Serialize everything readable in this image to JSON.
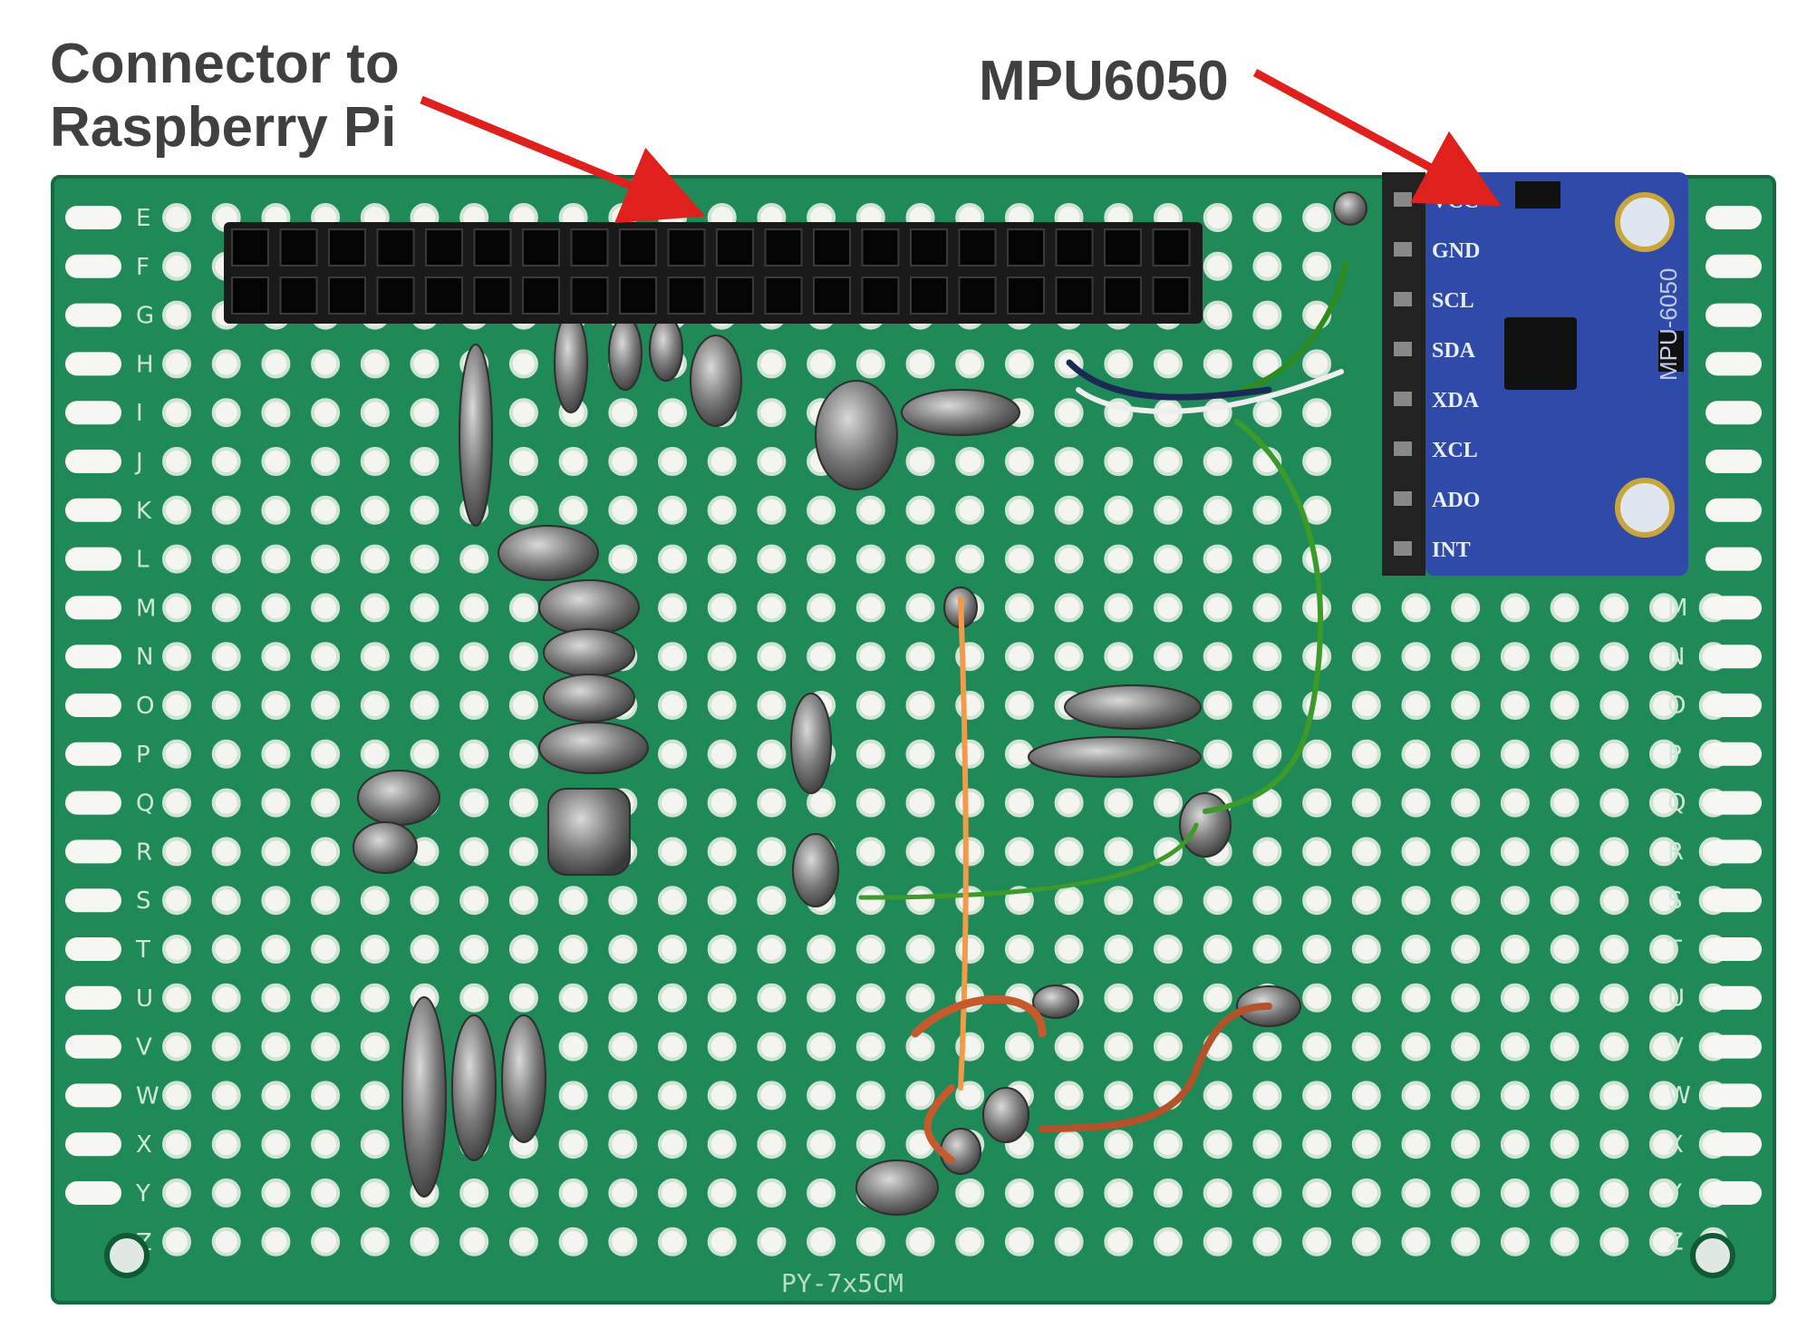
{
  "callouts": {
    "connector_line1": "Connector to",
    "connector_line2": "Raspberry Pi",
    "mpu": "MPU6050"
  },
  "board": {
    "silkscreen_bottom": "PY-7x5CM",
    "row_letters_left": [
      "E",
      "F",
      "G",
      "H",
      "I",
      "J",
      "K",
      "L",
      "M",
      "N",
      "O",
      "P",
      "Q",
      "R",
      "S",
      "T",
      "U",
      "V",
      "W",
      "X",
      "Y",
      "Z"
    ],
    "row_letters_right": [
      "M",
      "N",
      "O",
      "P",
      "Q",
      "R",
      "S",
      "T",
      "U",
      "V",
      "W",
      "X",
      "Y",
      "Z"
    ]
  },
  "module": {
    "pins": [
      "VCC",
      "GND",
      "SCL",
      "SDA",
      "XDA",
      "XCL",
      "ADO",
      "INT"
    ],
    "name": "MPU-6050"
  },
  "colors": {
    "board": "#1f8a57",
    "arrow": "#e0201c",
    "module": "#2f4aa8",
    "header": "#1a1a1a"
  }
}
